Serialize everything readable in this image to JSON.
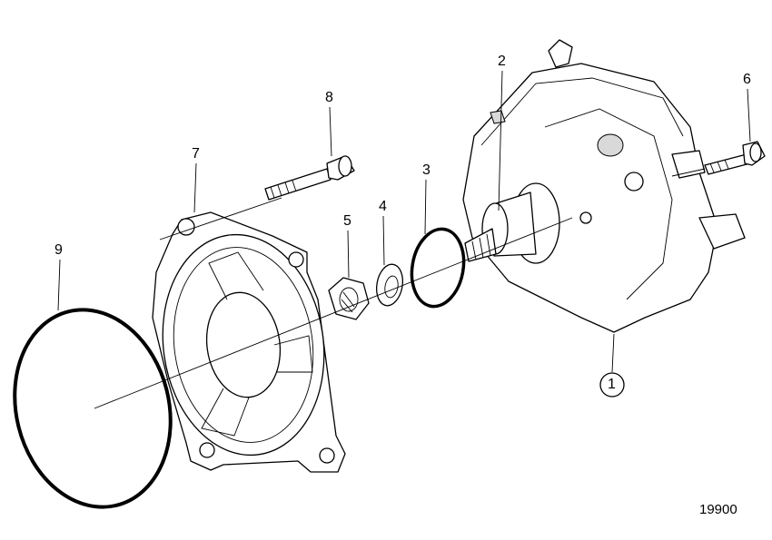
{
  "drawing": {
    "figure_number": "19900",
    "callouts": [
      {
        "number": "1"
      },
      {
        "number": "2"
      },
      {
        "number": "3"
      },
      {
        "number": "4"
      },
      {
        "number": "5"
      },
      {
        "number": "6"
      },
      {
        "number": "7"
      },
      {
        "number": "8"
      },
      {
        "number": "9"
      }
    ]
  }
}
